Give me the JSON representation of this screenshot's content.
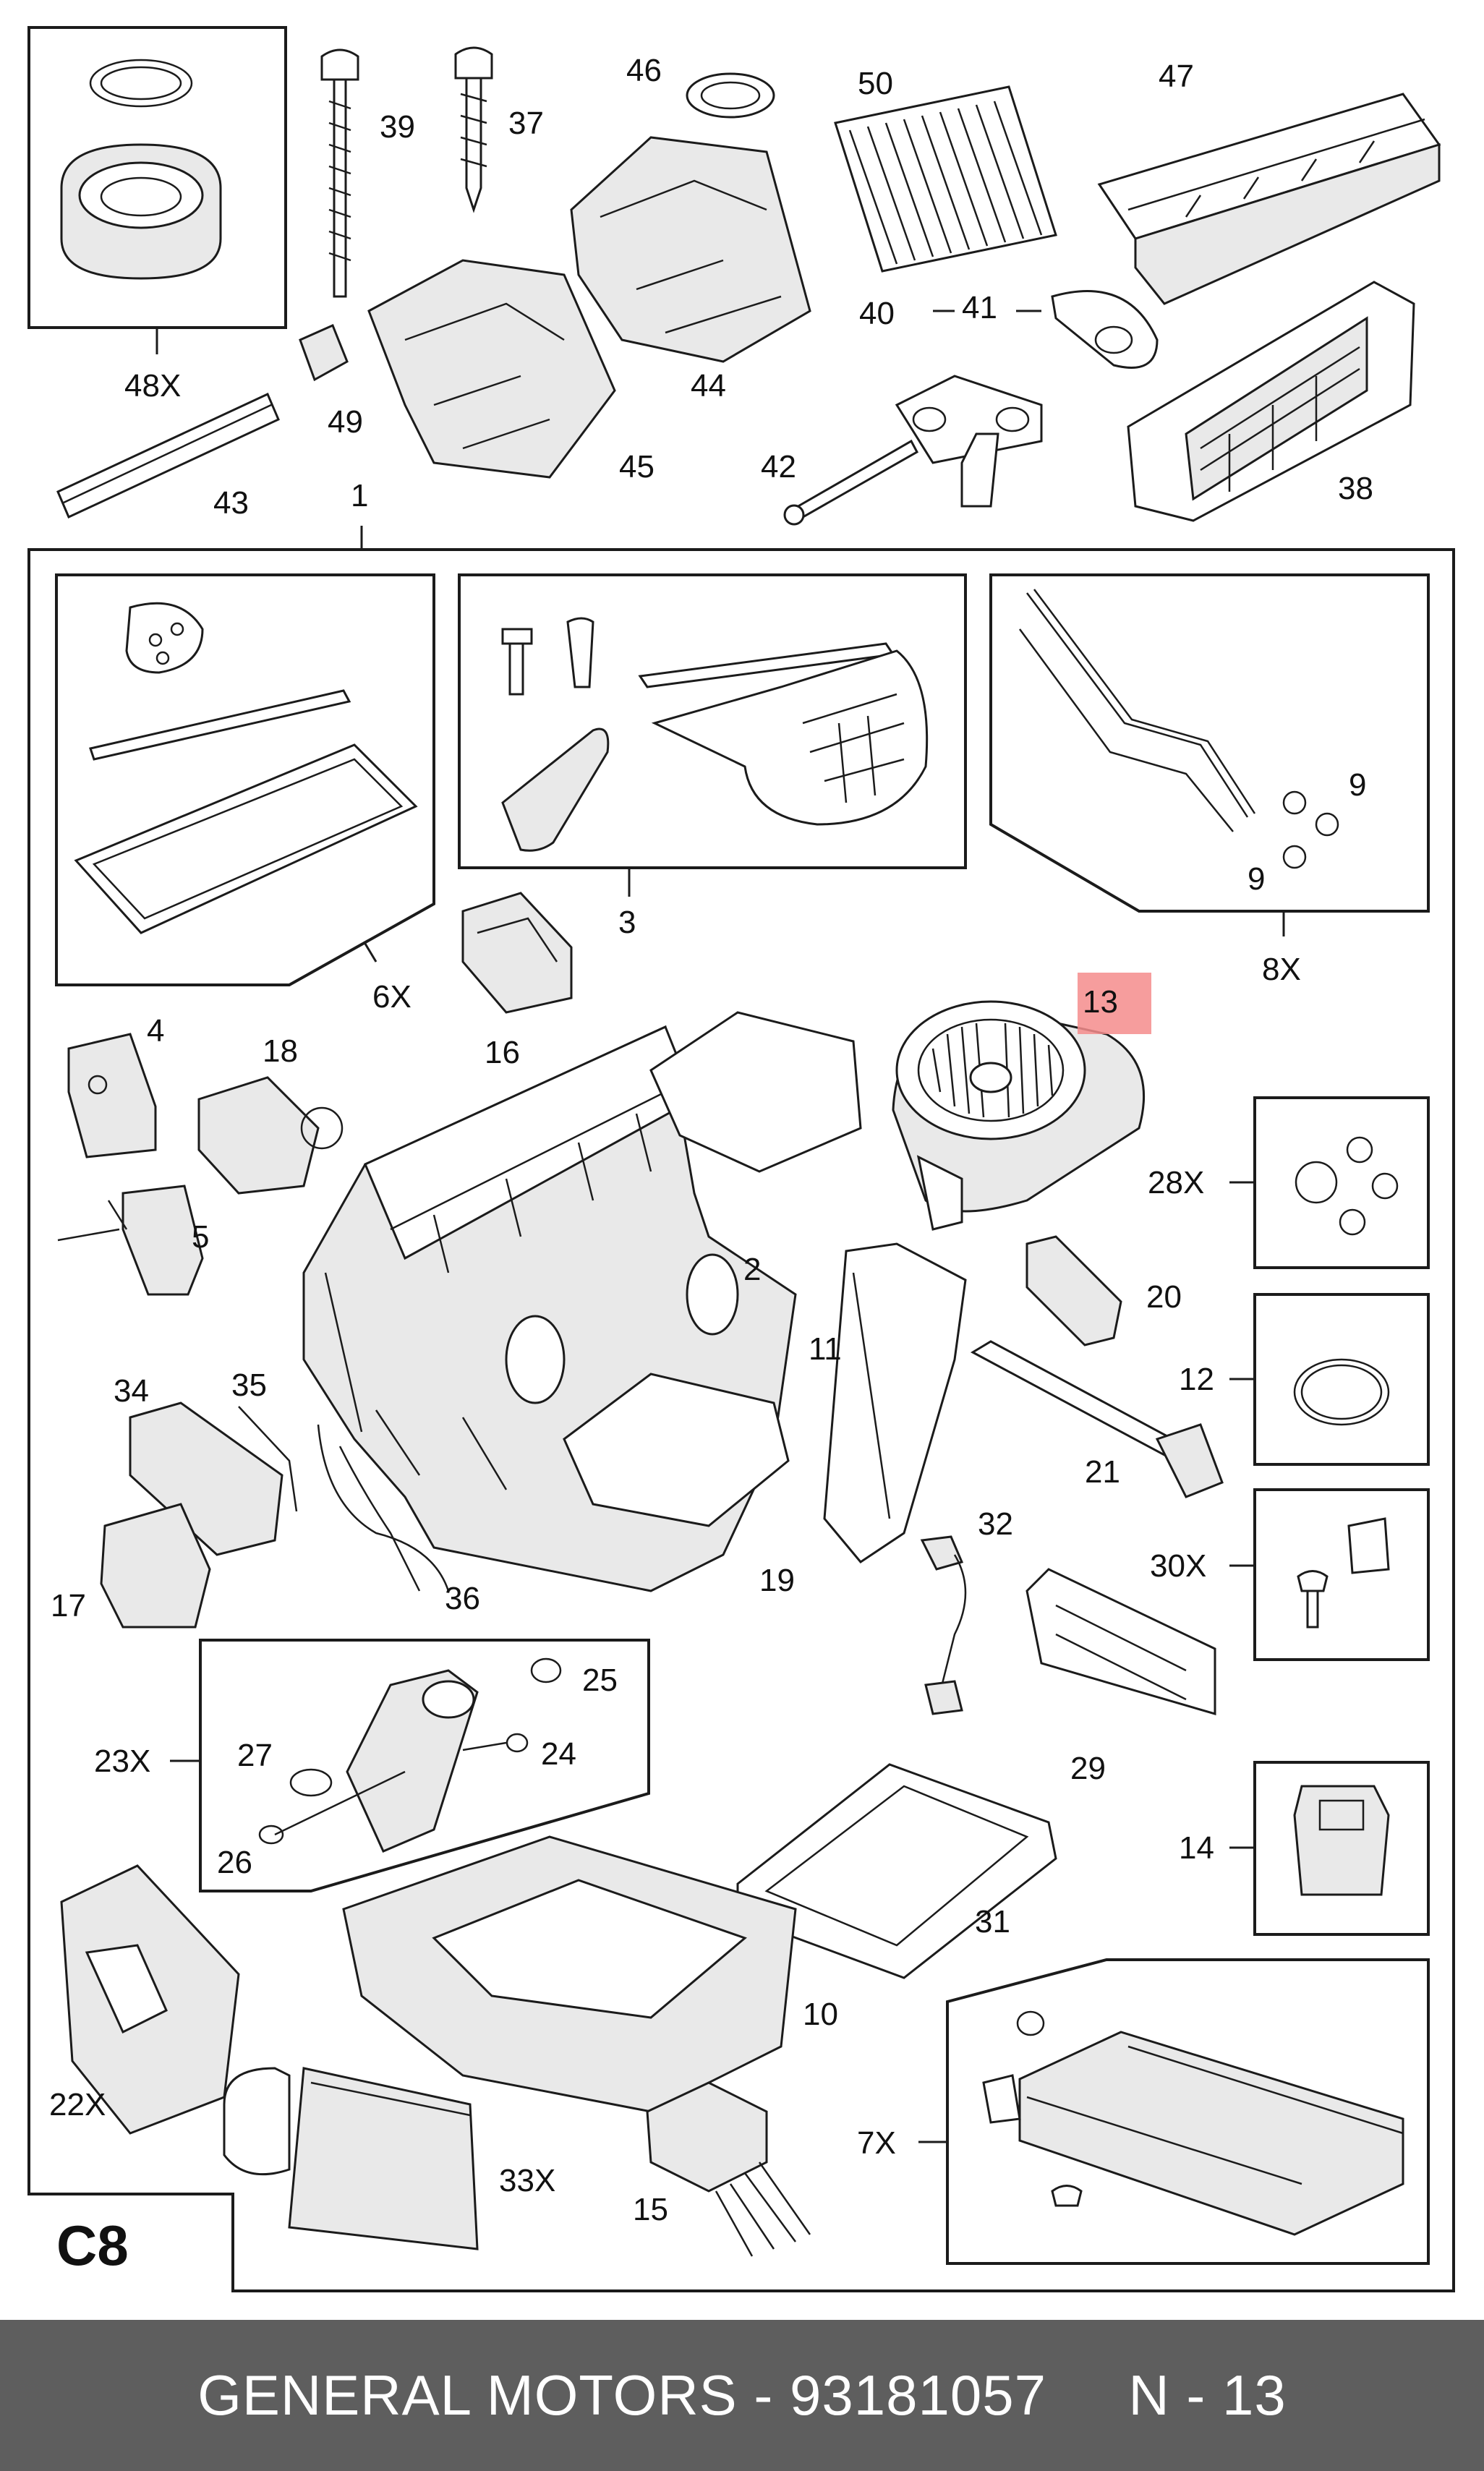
{
  "diagram_code": "C8",
  "highlight_color": "#f48c8c",
  "footer": {
    "text": "GENERAL MOTORS - 93181057     N - 13",
    "background": "#5e5e5e",
    "color": "#ffffff"
  },
  "callouts": [
    {
      "id": "48",
      "text": "48X"
    },
    {
      "id": "39",
      "text": "39"
    },
    {
      "id": "37",
      "text": "37"
    },
    {
      "id": "46",
      "text": "46"
    },
    {
      "id": "50",
      "text": "50"
    },
    {
      "id": "47",
      "text": "47"
    },
    {
      "id": "49",
      "text": "49"
    },
    {
      "id": "45",
      "text": "45"
    },
    {
      "id": "44",
      "text": "44"
    },
    {
      "id": "40",
      "text": "40"
    },
    {
      "id": "41",
      "text": "41"
    },
    {
      "id": "42",
      "text": "42"
    },
    {
      "id": "43",
      "text": "43"
    },
    {
      "id": "1",
      "text": "1"
    },
    {
      "id": "38",
      "text": "38"
    },
    {
      "id": "6",
      "text": "6X"
    },
    {
      "id": "3",
      "text": "3"
    },
    {
      "id": "9a",
      "text": "9"
    },
    {
      "id": "9b",
      "text": "9"
    },
    {
      "id": "8",
      "text": "8X"
    },
    {
      "id": "13",
      "text": "13",
      "highlighted": true
    },
    {
      "id": "16",
      "text": "16"
    },
    {
      "id": "4",
      "text": "4"
    },
    {
      "id": "18",
      "text": "18"
    },
    {
      "id": "28",
      "text": "28X"
    },
    {
      "id": "5",
      "text": "5"
    },
    {
      "id": "2",
      "text": "2"
    },
    {
      "id": "20",
      "text": "20"
    },
    {
      "id": "11",
      "text": "11"
    },
    {
      "id": "12",
      "text": "12"
    },
    {
      "id": "34",
      "text": "34"
    },
    {
      "id": "35",
      "text": "35"
    },
    {
      "id": "21",
      "text": "21"
    },
    {
      "id": "32",
      "text": "32"
    },
    {
      "id": "30",
      "text": "30X"
    },
    {
      "id": "17",
      "text": "17"
    },
    {
      "id": "36",
      "text": "36"
    },
    {
      "id": "19",
      "text": "19"
    },
    {
      "id": "25",
      "text": "25"
    },
    {
      "id": "27",
      "text": "27"
    },
    {
      "id": "24",
      "text": "24"
    },
    {
      "id": "23",
      "text": "23X"
    },
    {
      "id": "29",
      "text": "29"
    },
    {
      "id": "26",
      "text": "26"
    },
    {
      "id": "14",
      "text": "14"
    },
    {
      "id": "31",
      "text": "31"
    },
    {
      "id": "10",
      "text": "10"
    },
    {
      "id": "22",
      "text": "22X"
    },
    {
      "id": "7",
      "text": "7X"
    },
    {
      "id": "33",
      "text": "33X"
    },
    {
      "id": "15",
      "text": "15"
    }
  ]
}
